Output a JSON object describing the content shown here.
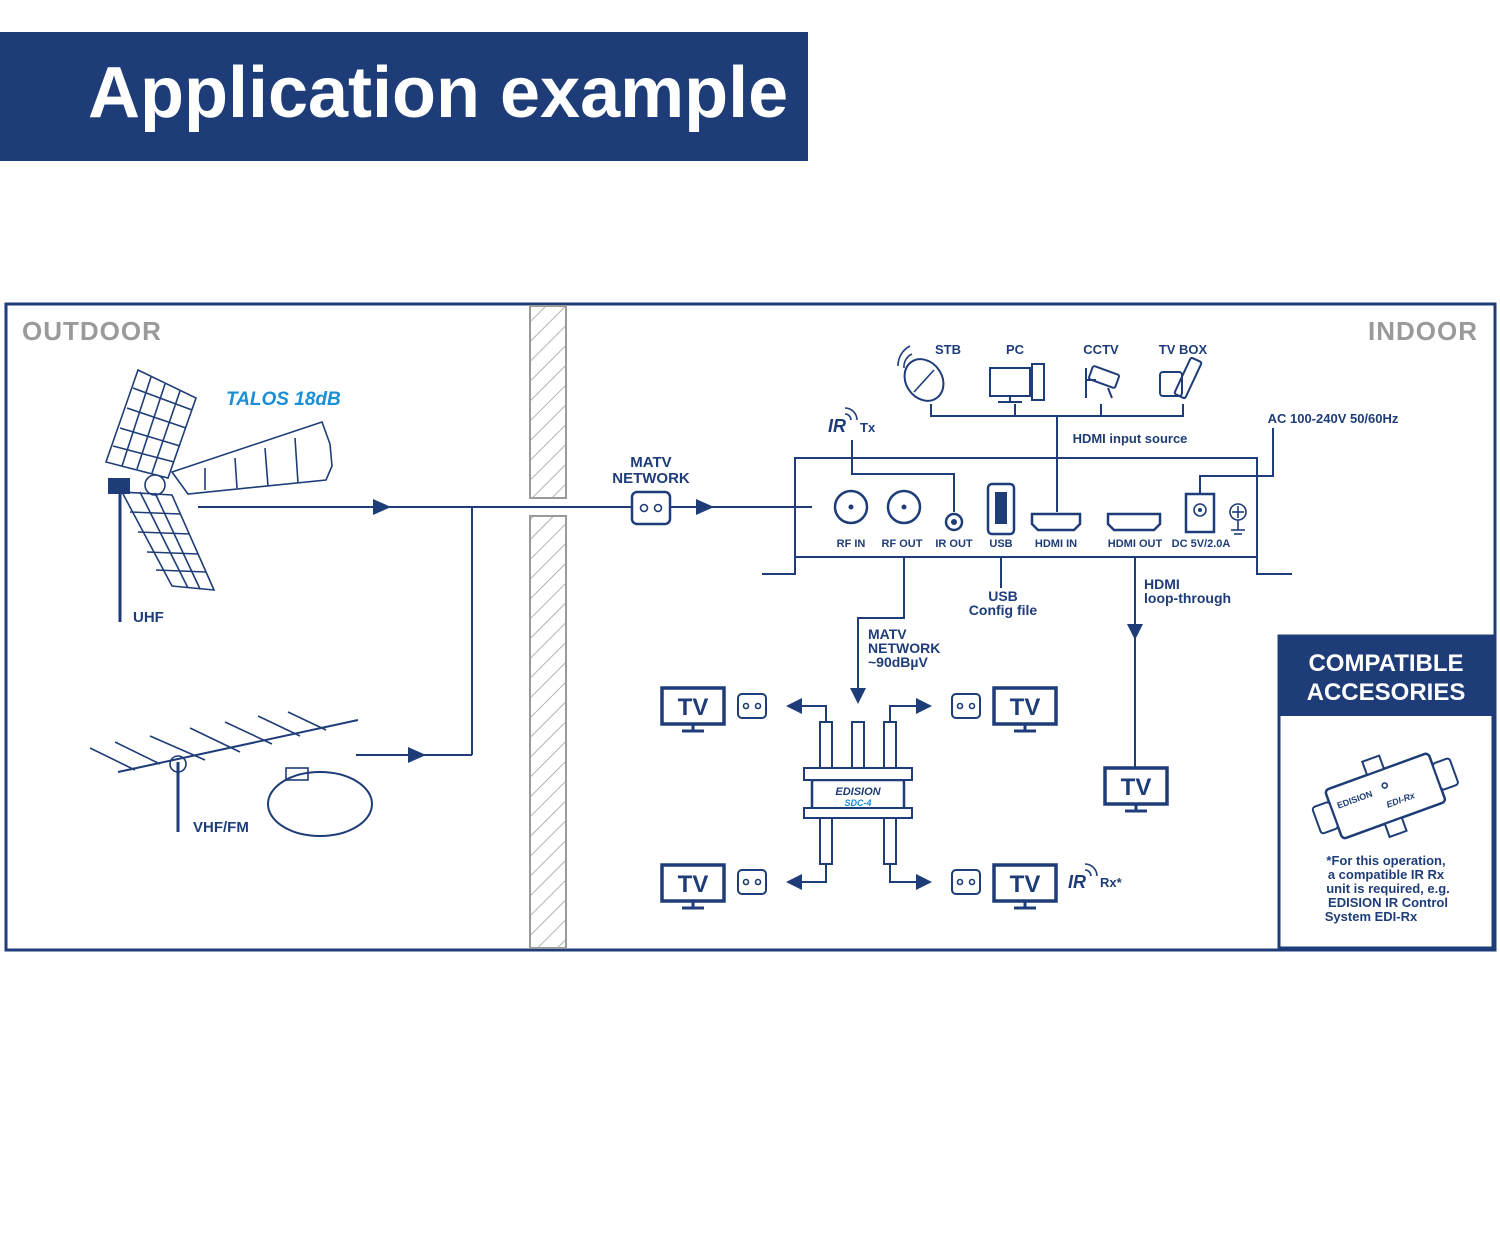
{
  "header": {
    "title": "Application example"
  },
  "zones": {
    "outdoor": "OUTDOOR",
    "indoor": "INDOOR"
  },
  "antennas": {
    "brand_label": "TALOS 18dB",
    "uhf_label": "UHF",
    "vhf_label": "VHF/FM"
  },
  "matv_network_top": [
    "MATV",
    "NETWORK"
  ],
  "ir_tx": {
    "ir": "IR",
    "tx": "Tx"
  },
  "sources": {
    "items": [
      "STB",
      "PC",
      "CCTV",
      "TV BOX"
    ],
    "caption": "HDMI input source"
  },
  "power": {
    "label": "AC 100-240V 50/60Hz"
  },
  "device_ports": [
    "RF IN",
    "RF OUT",
    "IR OUT",
    "USB",
    "HDMI IN",
    "HDMI OUT",
    "DC 5V/2.0A"
  ],
  "usb_note": [
    "USB",
    "Config file"
  ],
  "hdmi_note": [
    "HDMI",
    "loop-through"
  ],
  "matv_network_bottom": [
    "MATV",
    "NETWORK",
    "~90dBµV"
  ],
  "splitter": {
    "brand": "EDISION",
    "model": "SDC-4"
  },
  "tv_label": "TV",
  "ir_rx": {
    "ir": "IR",
    "rx": "Rx*"
  },
  "accessories": {
    "title_lines": [
      "COMPATIBLE",
      "ACCESORIES"
    ],
    "device_brand": "EDISION",
    "device_model": "EDI-Rx",
    "note_lines": [
      "*For this operation,",
      "a compatible IR Rx",
      "unit is required, e.g.",
      "EDISION IR Control",
      "System EDI-Rx"
    ]
  },
  "colors": {
    "navy": "#1e3d78",
    "blue_accent": "#1a8fd6",
    "gray": "#9a9a9a"
  }
}
